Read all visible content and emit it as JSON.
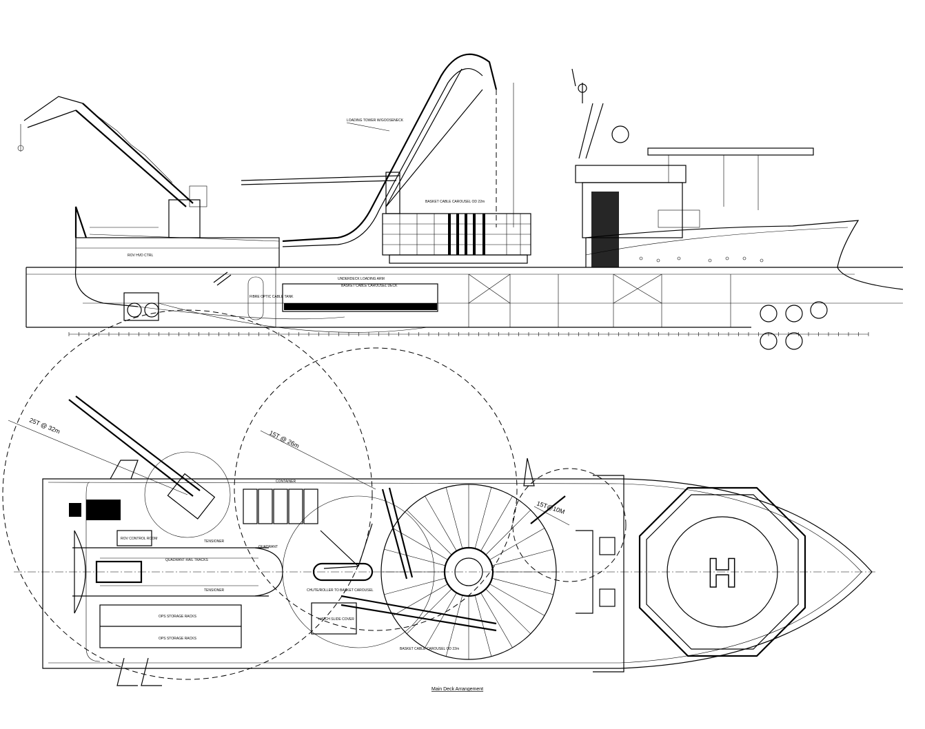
{
  "drawing": {
    "caption": "Main Deck Arrangement",
    "profile_labels": {
      "loading_tower": "LOADING TOWER W/GOOSENECK",
      "carousel": "BASKET CABLE CAROUSEL OD 22m",
      "fibre_tank": "FIBRE OPTIC CABLE TANK",
      "underdeck_arm": "UNDERDECK LOADING ARM",
      "underdeck_carousel": "BASKET CABLE CAROUSEL DECK",
      "rov_label": "ROV HVD CTRL"
    },
    "plan_labels": {
      "crane_aft": "25T @ 32m",
      "crane_mid": "15T @ 26m",
      "crane_fwd": "15T@10M",
      "rov_control_room": "ROV CONTROL ROOM",
      "quadrant_rail": "QUADRANT RAIL TRACKS",
      "tensioner_port": "TENSIONER",
      "tensioner_stbd": "TENSIONER",
      "quadrant": "QUADRANT",
      "storage_racks_1": "OPS STORAGE RACKS",
      "storage_racks_2": "OPS STORAGE RACKS",
      "hatch_cover": "HATCH SLIDE COVER",
      "chute": "CHUTE/ROLLER TO BASKET CAROUSEL",
      "carousel": "BASKET CABLE CAROUSEL OD 22m",
      "container": "CONTAINER",
      "helideck_mark": "H"
    }
  }
}
